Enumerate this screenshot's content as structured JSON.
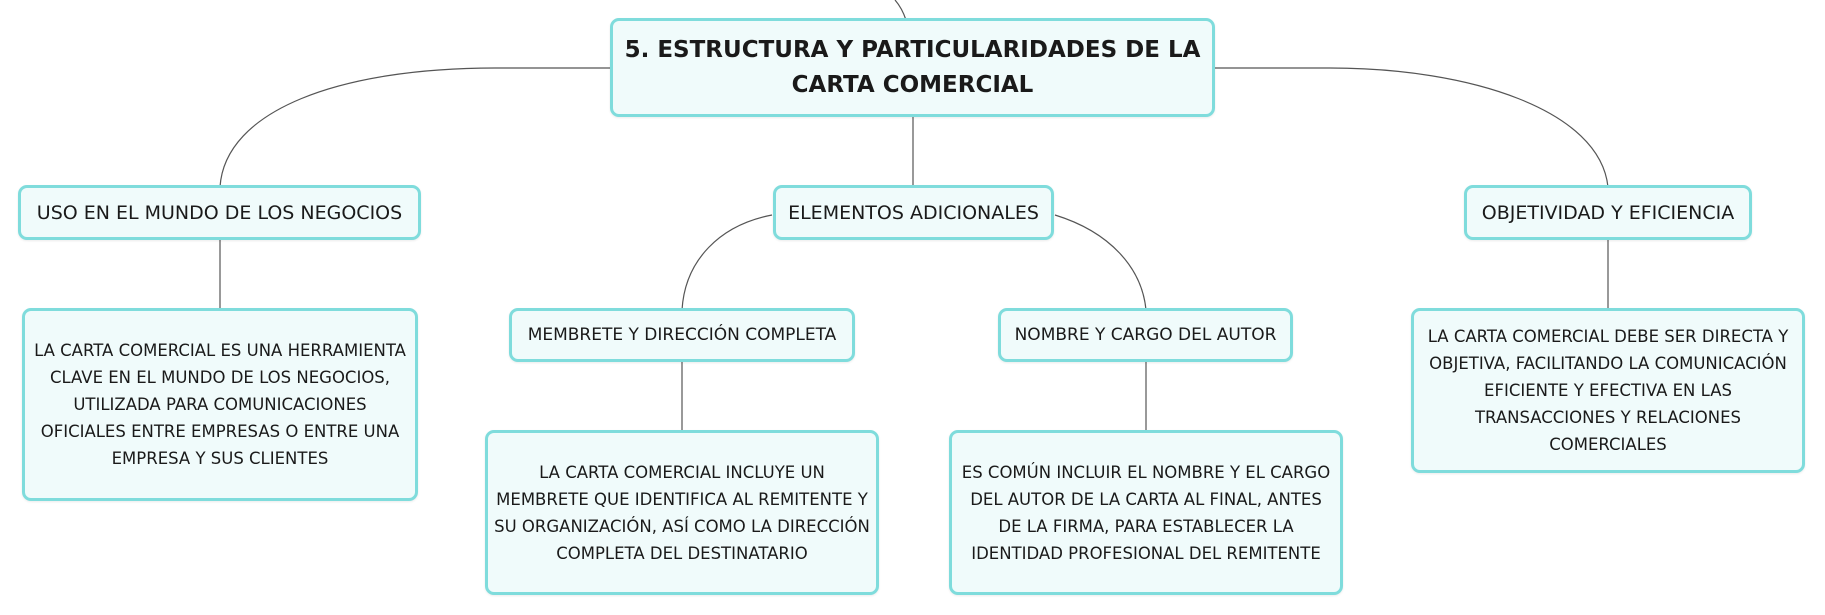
{
  "root": {
    "title": "5. ESTRUCTURA Y PARTICULARIDADES DE LA CARTA COMERCIAL"
  },
  "branches": {
    "uso": {
      "label": "USO EN EL MUNDO DE LOS NEGOCIOS",
      "detail": "LA CARTA COMERCIAL ES UNA HERRAMIENTA CLAVE EN EL MUNDO DE LOS NEGOCIOS, UTILIZADA PARA COMUNICACIONES OFICIALES ENTRE EMPRESAS O ENTRE UNA EMPRESA Y SUS CLIENTES"
    },
    "elementos": {
      "label": "ELEMENTOS ADICIONALES",
      "membrete": {
        "label": "MEMBRETE Y DIRECCIÓN COMPLETA",
        "detail": "LA CARTA COMERCIAL INCLUYE UN MEMBRETE QUE IDENTIFICA AL REMITENTE Y SU ORGANIZACIÓN, ASÍ COMO LA DIRECCIÓN COMPLETA DEL DESTINATARIO"
      },
      "autor": {
        "label": "NOMBRE Y CARGO DEL AUTOR",
        "detail": "ES COMÚN INCLUIR EL NOMBRE Y EL CARGO DEL AUTOR DE LA CARTA AL FINAL, ANTES DE LA FIRMA, PARA ESTABLECER LA IDENTIDAD PROFESIONAL DEL REMITENTE"
      }
    },
    "objetividad": {
      "label": "OBJETIVIDAD Y EFICIENCIA",
      "detail": "LA CARTA COMERCIAL DEBE SER DIRECTA Y OBJETIVA, FACILITANDO LA COMUNICACIÓN EFICIENTE Y EFECTIVA EN LAS TRANSACCIONES Y RELACIONES COMERCIALES"
    }
  },
  "colors": {
    "node_border": "#7fdcdc",
    "node_fill": "#f0fbfb",
    "connector": "#555555",
    "text": "#1a1a1a"
  }
}
